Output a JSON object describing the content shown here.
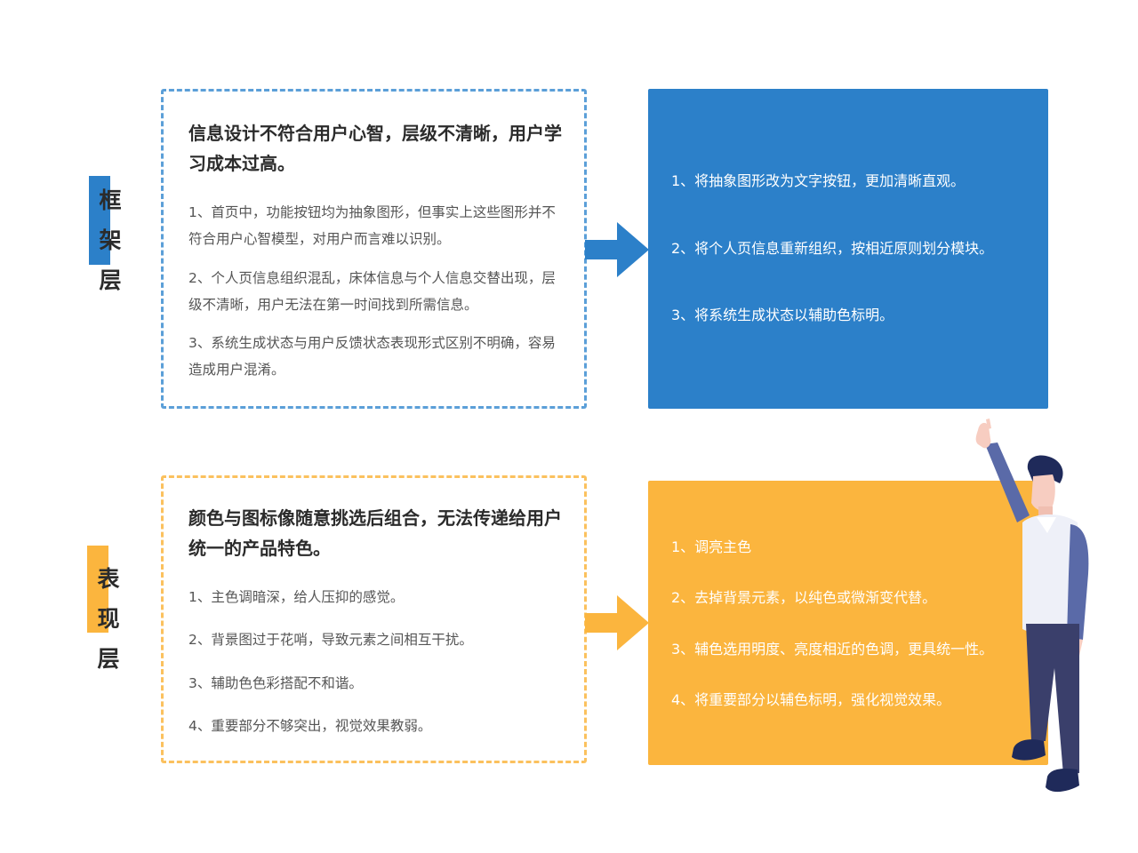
{
  "colors": {
    "blue": "#2c80c9",
    "yellow": "#fbb53e",
    "blue_dash": "#5b9fd8",
    "yellow_dash": "#fbc15e"
  },
  "sections": [
    {
      "label": "框架层",
      "problem": {
        "title": "信息设计不符合用户心智，层级不清晰，用户学习成本过高。",
        "items": [
          "1、首页中，功能按钮均为抽象图形，但事实上这些图形并不符合用户心智模型，对用户而言难以识别。",
          "2、个人页信息组织混乱，床体信息与个人信息交替出现，层级不清晰，用户无法在第一时间找到所需信息。",
          "3、系统生成状态与用户反馈状态表现形式区别不明确，容易造成用户混淆。"
        ]
      },
      "solution": {
        "items": [
          "1、将抽象图形改为文字按钮，更加清晰直观。",
          "2、将个人页信息重新组织，按相近原则划分模块。",
          "3、将系统生成状态以辅助色标明。"
        ]
      }
    },
    {
      "label": "表现层",
      "problem": {
        "title": "颜色与图标像随意挑选后组合，无法传递给用户统一的产品特色。",
        "items": [
          "1、主色调暗深，给人压抑的感觉。",
          "2、背景图过于花哨，导致元素之间相互干扰。",
          "3、辅助色色彩搭配不和谐。",
          "4、重要部分不够突出，视觉效果教弱。"
        ]
      },
      "solution": {
        "items": [
          "1、调亮主色",
          "2、去掉背景元素，以纯色或微渐变代替。",
          "3、辅色选用明度、亮度相近的色调，更具统一性。",
          "4、将重要部分以辅色标明，强化视觉效果。"
        ]
      }
    }
  ]
}
